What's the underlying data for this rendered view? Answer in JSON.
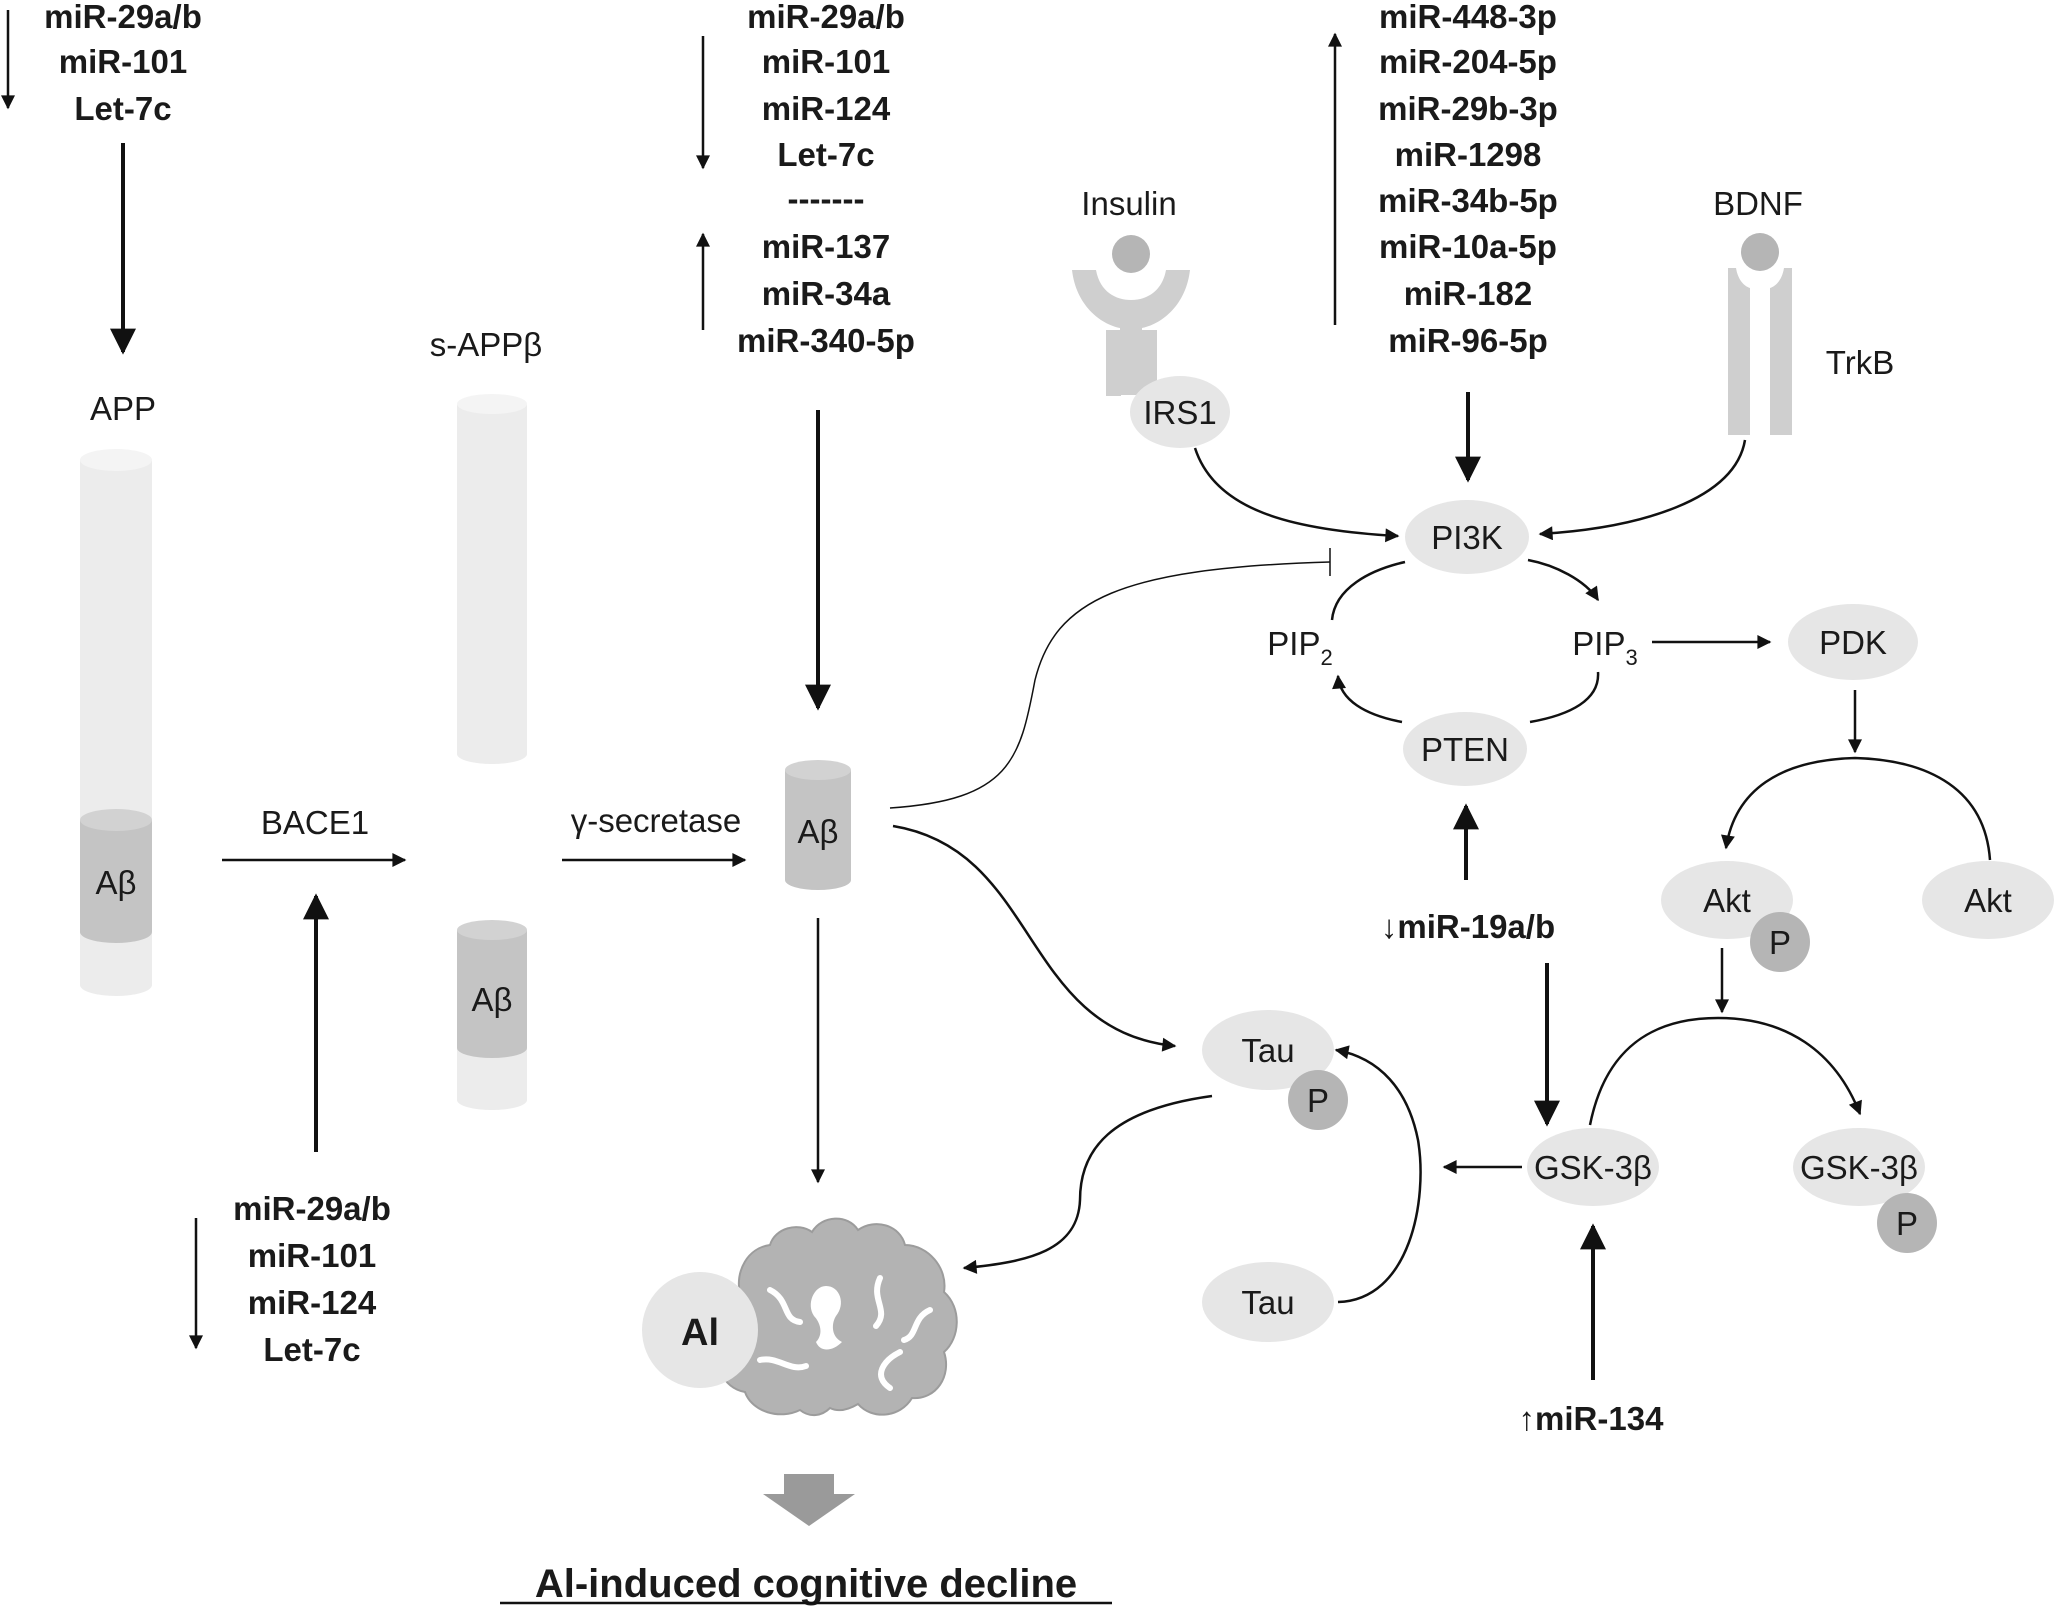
{
  "mirna": {
    "top_left": [
      "miR-29a/b",
      "miR-101",
      "Let-7c"
    ],
    "top_center_down": [
      "miR-29a/b",
      "miR-101",
      "miR-124",
      "Let-7c"
    ],
    "top_center_sep": "-------",
    "top_center_up": [
      "miR-137",
      "miR-34a",
      "miR-340-5p"
    ],
    "top_right_up": [
      "miR-448-3p",
      "miR-204-5p",
      "miR-29b-3p",
      "miR-1298",
      "miR-34b-5p",
      "miR-10a-5p",
      "miR-182",
      "miR-96-5p"
    ],
    "bottom_left": [
      "miR-29a/b",
      "miR-101",
      "miR-124",
      "Let-7c"
    ],
    "mir19": "↓miR-19a/b",
    "mir134": "↑miR-134"
  },
  "labels": {
    "app": "APP",
    "sappb": "s-APPβ",
    "abeta": "Aβ",
    "bace1": "BACE1",
    "gamma": "γ-secretase",
    "insulin": "Insulin",
    "bdnf": "BDNF",
    "trkb": "TrkB",
    "irs1": "IRS1",
    "pi3k": "PI3K",
    "pip2": "PIP",
    "pip2_sub": "2",
    "pip3": "PIP",
    "pip3_sub": "3",
    "pten": "PTEN",
    "pdk": "PDK",
    "akt": "Akt",
    "p": "P",
    "gsk": "GSK-3β",
    "tau": "Tau",
    "al": "Al",
    "title": "Al-induced cognitive decline"
  },
  "colors": {
    "arrow": "#111111",
    "node_fill": "#e8e8e8",
    "phospho_fill": "#b5b5b5",
    "receptor": "#cfcfcf",
    "brain": "#b3b3b3",
    "cylinder_light": "#ececec",
    "abeta_band": "#c4c4c4",
    "down_arrow": "#9a9a9a"
  }
}
